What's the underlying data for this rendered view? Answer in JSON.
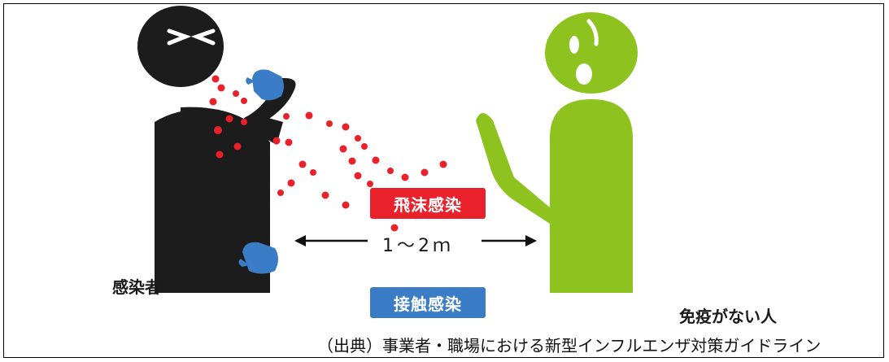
{
  "labels": {
    "infected": "感染者",
    "non_immune": "免疫がない人",
    "distance": "1～2ｍ",
    "droplet": "飛沫感染",
    "contact": "接触感染"
  },
  "caption": "（出典）事業者・職場における新型インフルエンザ対策ガイドライン",
  "colors": {
    "infected_figure": "#1c1c1c",
    "non_immune_figure": "#8dc21f",
    "droplet_badge": "#e8212b",
    "contact_badge": "#3a7cc6",
    "droplets": "#e8212b",
    "gloves": "#3a7cc6"
  },
  "icons": [
    "squint-face-icon",
    "worried-face-icon",
    "arrow-left-icon",
    "arrow-right-icon"
  ]
}
